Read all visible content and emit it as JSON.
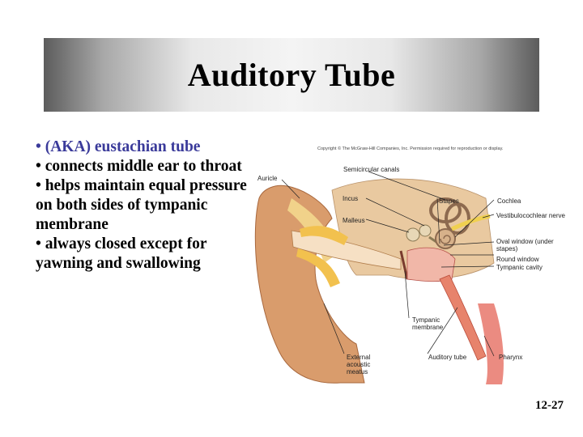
{
  "slide": {
    "title": "Auditory Tube",
    "bullets": [
      "• (AKA) eustachian tube",
      "• connects middle ear to throat",
      "• helps maintain equal pressure on both sides of tympanic membrane",
      "• always closed except for yawning and swallowing"
    ],
    "page_number": "12-27"
  },
  "figure": {
    "copyright": "Copyright © The McGraw-Hill Companies, Inc. Permission required for reproduction or display.",
    "labels": {
      "auricle": "Auricle",
      "semicircular": "Semicircular canals",
      "incus": "Incus",
      "malleus": "Malleus",
      "stapes": "Stapes",
      "cochlea": "Cochlea",
      "vestibulocochlear": "Vestibulocochlear nerve",
      "oval_window": "Oval window (under stapes)",
      "round_window": "Round window",
      "tympanic_cavity": "Tympanic cavity",
      "tympanic_membrane": "Tympanic membrane",
      "external_meatus": "External acoustic meatus",
      "auditory_tube": "Auditory tube",
      "pharynx": "Pharynx"
    }
  },
  "colors": {
    "accent_text": "#3a3a9a",
    "title_bar": "#e8e8e8"
  }
}
